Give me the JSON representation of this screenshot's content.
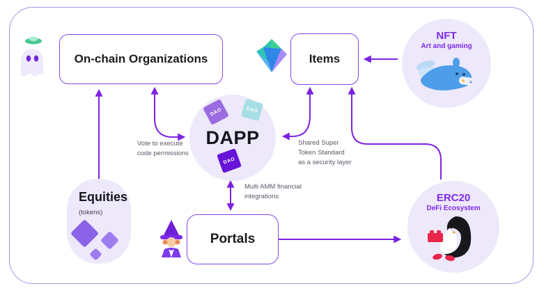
{
  "diagram": {
    "nodes": {
      "on_chain_organizations": {
        "label": "On-chain Organizations"
      },
      "items": {
        "label": "Items"
      },
      "dapp": {
        "label": "DAPP",
        "badge": "DAO"
      },
      "portals": {
        "label": "Portals"
      },
      "equities": {
        "title": "Equities",
        "subtitle": "(tokens)"
      },
      "nft": {
        "title": "NFT",
        "subtitle": "Art and gaming"
      },
      "erc20": {
        "title": "ERC20",
        "subtitle": "DeFi Ecosystem"
      }
    },
    "edge_labels": {
      "vote_line1": "Vote to execute",
      "vote_line2": "code permissions",
      "shared_line1": "Shared Super",
      "shared_line2": "Token Standard",
      "shared_line3": "as a security layer",
      "amm_line1": "Multi AMM financial",
      "amm_line2": "integrations"
    },
    "icons": {
      "ghost": "ghost-with-ufo-icon",
      "gem": "gem-icon",
      "wizard": "wizard-icon",
      "whale": "whale-gamer-icon",
      "penguin": "penguin-lego-icon",
      "dao_tokens": "dao-token-icon"
    },
    "colors": {
      "arrow": "#7C22E0",
      "node_border": "#8247E5",
      "outer_border": "#AB8FDD",
      "circle_fill": "#EDE8FA",
      "accent_text": "#7C2AE8",
      "label_text": "#5C5666",
      "dao_purple": "#9B6CE0",
      "dao_teal": "#A5DEE4",
      "dao_dark": "#6714D8"
    }
  }
}
